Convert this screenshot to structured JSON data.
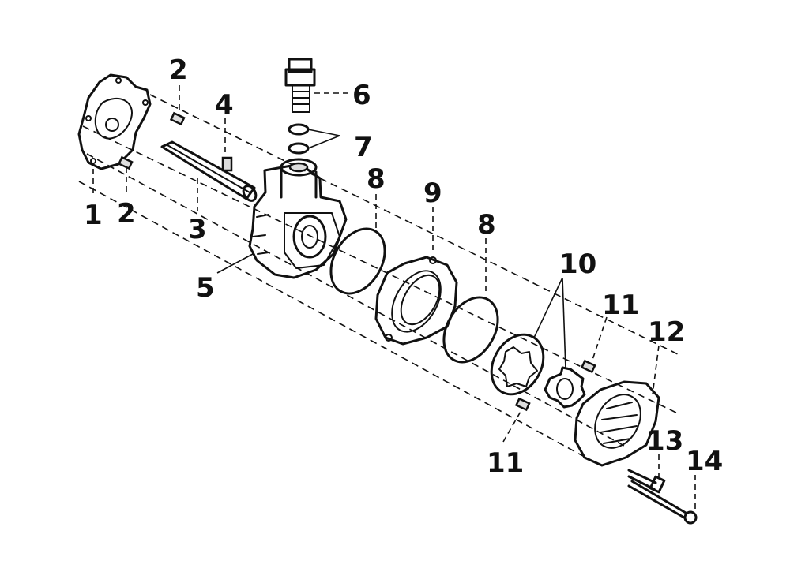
{
  "callouts": {
    "c1": "1",
    "c2a": "2",
    "c2b": "2",
    "c3": "3",
    "c4": "4",
    "c5": "5",
    "c6": "6",
    "c7": "7",
    "c8a": "8",
    "c8b": "8",
    "c9": "9",
    "c10": "10",
    "c11a": "11",
    "c11b": "11",
    "c12": "12",
    "c13": "13",
    "c14": "14"
  }
}
